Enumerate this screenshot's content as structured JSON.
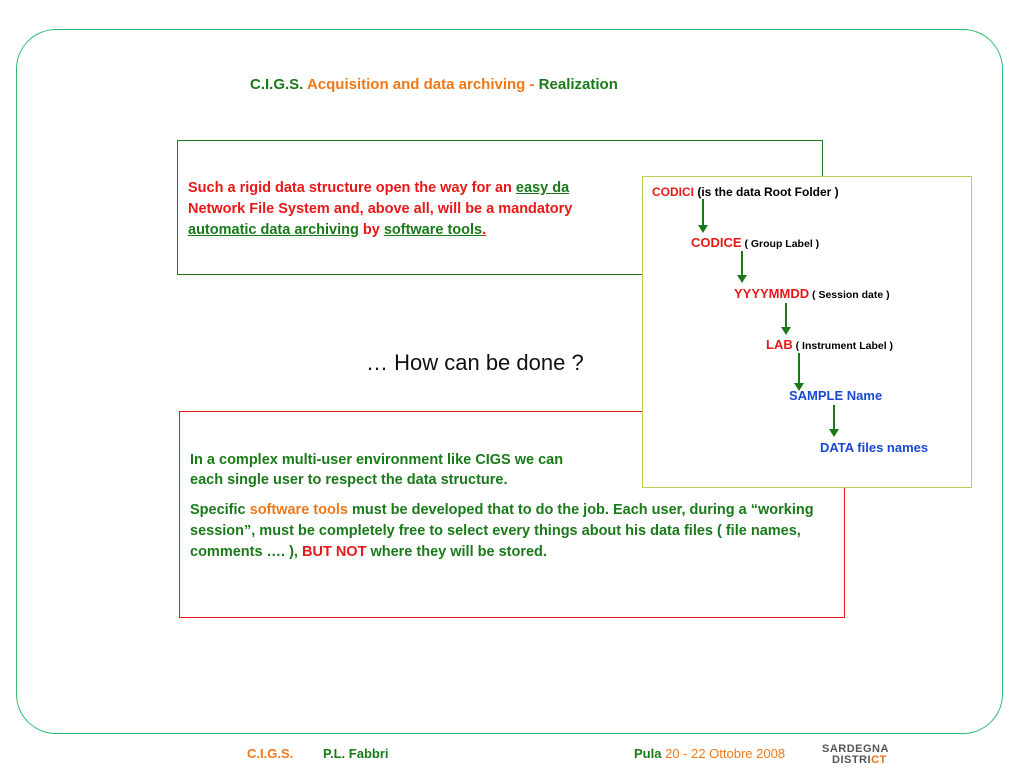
{
  "title": {
    "part1": "C.I.G.S.",
    "part2": "Acquisition and data archiving -",
    "part3": "Realization"
  },
  "box1": {
    "line1_a": "Such a rigid data structure  open the way  for an ",
    "line1_b": "easy da",
    "line2": "Network File System and, above all, will be a mandatory",
    "line3_a": "automatic data archiving",
    "line3_b": "  by ",
    "line3_c": " software tools",
    "line3_d": "."
  },
  "question": "… How can be done ?",
  "box2": {
    "p1_line1": "In a complex multi-user  environment  like CIGS  we can",
    "p1_line2": "each single user to respect the data structure.",
    "p2_a": "Specific ",
    "p2_b": "software tools",
    "p2_c": " must be developed that  to do the job. Each user, during a “working session”, must be completely free to select every things about his data files ( file names, comments …. ),  ",
    "p2_d": "BUT NOT",
    "p2_e": " where they will be stored."
  },
  "tree": {
    "n1": {
      "label": "CODICI",
      "desc": " (is the data Root Folder )"
    },
    "n2": {
      "label": "CODICE",
      "desc": " ( Group Label )"
    },
    "n3": {
      "label": "YYYYMMDD",
      "desc": " ( Session date )"
    },
    "n4": {
      "label": "LAB",
      "desc": " ( Instrument Label )"
    },
    "n5": {
      "label": "SAMPLE Name"
    },
    "n6": {
      "label": "DATA files names"
    }
  },
  "footer": {
    "org": "C.I.G.S.",
    "author": "P.L. Fabbri",
    "place": "Pula",
    "dates": " 20 - 22 Ottobre 2008",
    "logo_line1": "SARDEGNA",
    "logo_line2_a": "DISTRI",
    "logo_line2_b": "CT"
  },
  "colors": {
    "green": "#1a7a1a",
    "orange": "#f07818",
    "red": "#e81818",
    "blue": "#1848d0",
    "frame": "#2fbf6f"
  }
}
